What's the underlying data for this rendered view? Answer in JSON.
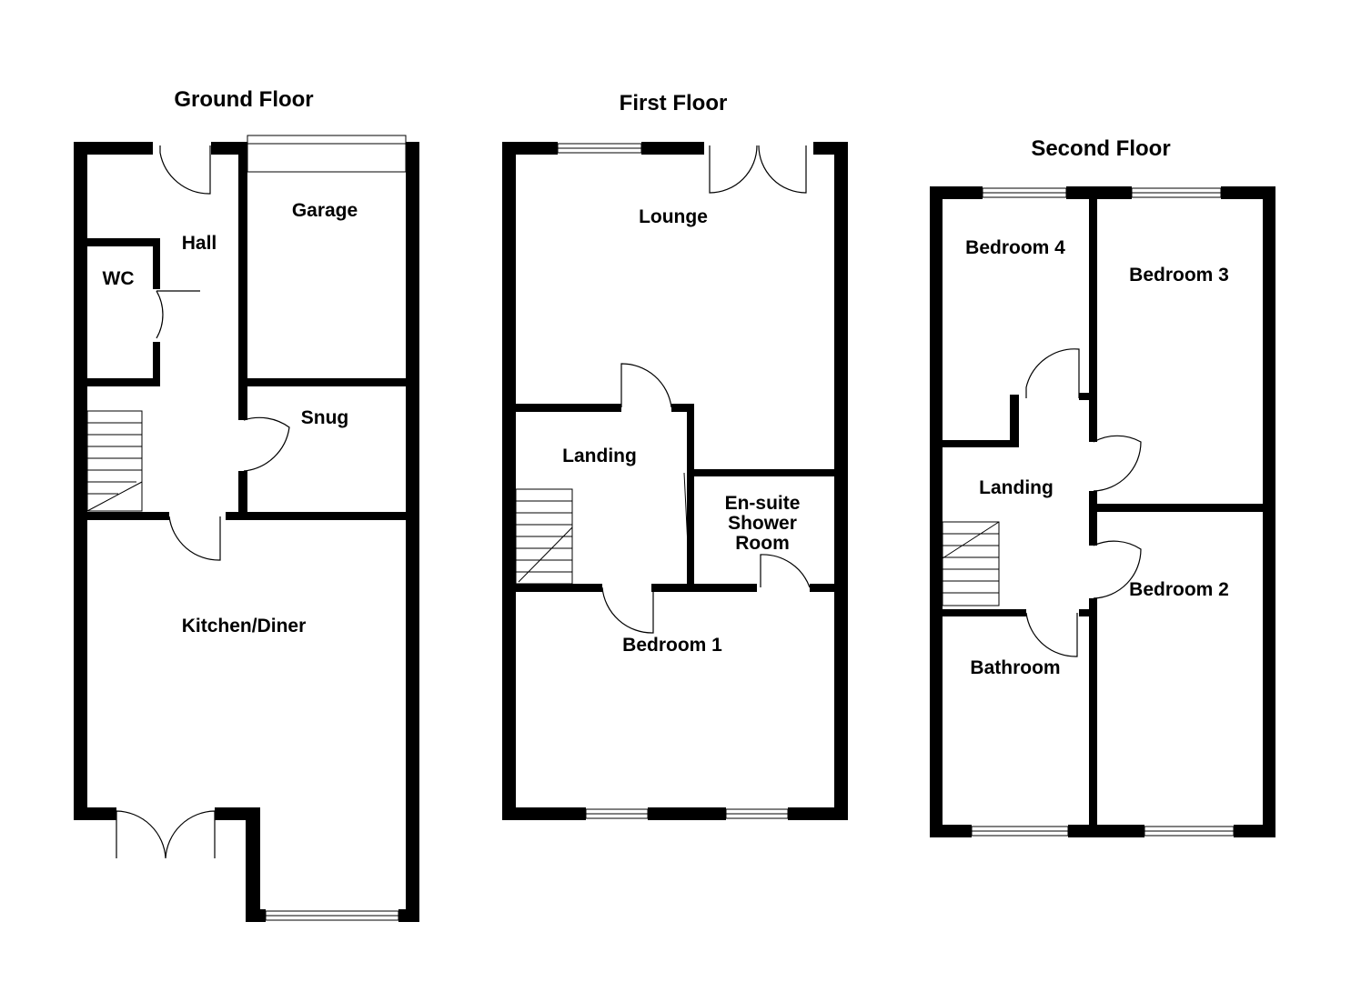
{
  "floors": {
    "ground": {
      "title": "Ground Floor",
      "rooms": {
        "hall": "Hall",
        "wc": "WC",
        "garage": "Garage",
        "snug": "Snug",
        "kitchen_diner": "Kitchen/Diner"
      }
    },
    "first": {
      "title": "First Floor",
      "rooms": {
        "lounge": "Lounge",
        "landing": "Landing",
        "ensuite_line1": "En-suite",
        "ensuite_line2": "Shower",
        "ensuite_line3": "Room",
        "bedroom1": "Bedroom 1"
      }
    },
    "second": {
      "title": "Second Floor",
      "rooms": {
        "bedroom4": "Bedroom 4",
        "bedroom3": "Bedroom 3",
        "landing": "Landing",
        "bedroom2": "Bedroom 2",
        "bathroom": "Bathroom"
      }
    }
  },
  "colors": {
    "wall": "#000000",
    "background": "#ffffff"
  }
}
